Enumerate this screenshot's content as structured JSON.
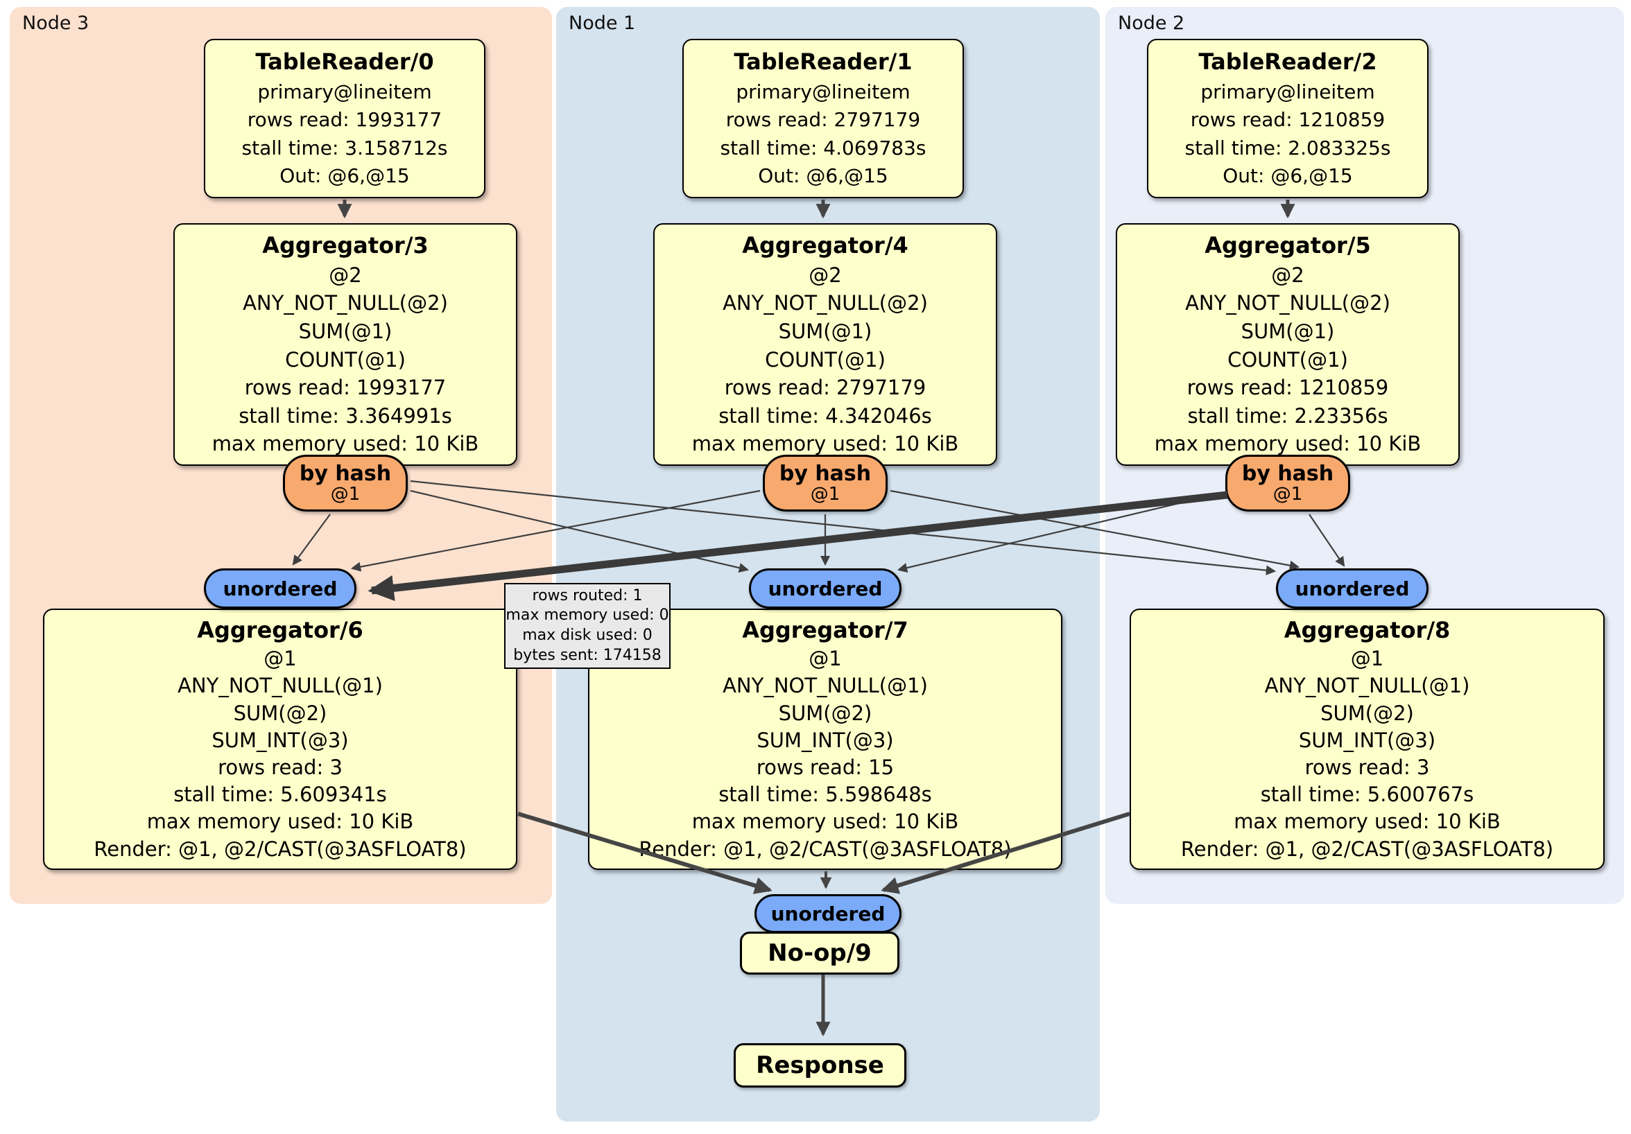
{
  "colors": {
    "node3_bg": "#fce1cf",
    "node1_bg": "#d5e3ee",
    "node2_bg": "#e9eef8",
    "box_bg": "#ffffcb",
    "router_bg": "#f8a96e",
    "sync_bg": "#7aaaf8",
    "tooltip_bg": "#e9e9e9",
    "edge_color": "#454545"
  },
  "panels": [
    {
      "label": "Node 3"
    },
    {
      "label": "Node 1"
    },
    {
      "label": "Node 2"
    }
  ],
  "table_readers": [
    {
      "title": "TableReader/0",
      "lines": [
        "primary@lineitem",
        "rows read: 1993177",
        "stall time: 3.158712s",
        "Out: @6,@15"
      ]
    },
    {
      "title": "TableReader/1",
      "lines": [
        "primary@lineitem",
        "rows read: 2797179",
        "stall time: 4.069783s",
        "Out: @6,@15"
      ]
    },
    {
      "title": "TableReader/2",
      "lines": [
        "primary@lineitem",
        "rows read: 1210859",
        "stall time: 2.083325s",
        "Out: @6,@15"
      ]
    }
  ],
  "stage_aggregators": [
    {
      "title": "Aggregator/3",
      "lines": [
        "@2",
        "ANY_NOT_NULL(@2)",
        "SUM(@1)",
        "COUNT(@1)",
        "rows read: 1993177",
        "stall time: 3.364991s",
        "max memory used: 10 KiB"
      ]
    },
    {
      "title": "Aggregator/4",
      "lines": [
        "@2",
        "ANY_NOT_NULL(@2)",
        "SUM(@1)",
        "COUNT(@1)",
        "rows read: 2797179",
        "stall time: 4.342046s",
        "max memory used: 10 KiB"
      ]
    },
    {
      "title": "Aggregator/5",
      "lines": [
        "@2",
        "ANY_NOT_NULL(@2)",
        "SUM(@1)",
        "COUNT(@1)",
        "rows read: 1210859",
        "stall time: 2.23356s",
        "max memory used: 10 KiB"
      ]
    }
  ],
  "hash_routers": [
    {
      "title": "by hash",
      "column": "@1"
    },
    {
      "title": "by hash",
      "column": "@1"
    },
    {
      "title": "by hash",
      "column": "@1"
    }
  ],
  "unordered_syncs": [
    {
      "label": "unordered"
    },
    {
      "label": "unordered"
    },
    {
      "label": "unordered"
    }
  ],
  "final_aggregators": [
    {
      "title": "Aggregator/6",
      "lines": [
        "@1",
        "ANY_NOT_NULL(@1)",
        "SUM(@2)",
        "SUM_INT(@3)",
        "rows read: 3",
        "stall time: 5.609341s",
        "max memory used: 10 KiB",
        "Render: @1, @2/CAST(@3ASFLOAT8)"
      ]
    },
    {
      "title": "Aggregator/7",
      "lines": [
        "@1",
        "ANY_NOT_NULL(@1)",
        "SUM(@2)",
        "SUM_INT(@3)",
        "rows read: 15",
        "stall time: 5.598648s",
        "max memory used: 10 KiB",
        "Render: @1, @2/CAST(@3ASFLOAT8)"
      ]
    },
    {
      "title": "Aggregator/8",
      "lines": [
        "@1",
        "ANY_NOT_NULL(@1)",
        "SUM(@2)",
        "SUM_INT(@3)",
        "rows read: 3",
        "stall time: 5.600767s",
        "max memory used: 10 KiB",
        "Render: @1, @2/CAST(@3ASFLOAT8)"
      ]
    }
  ],
  "final_sync": {
    "label": "unordered"
  },
  "noop": {
    "title": "No-op/9"
  },
  "response": {
    "title": "Response"
  },
  "edge_tooltip": {
    "lines": [
      "rows routed: 1",
      "max memory used: 0",
      "max disk used: 0",
      "bytes sent: 174158"
    ]
  }
}
